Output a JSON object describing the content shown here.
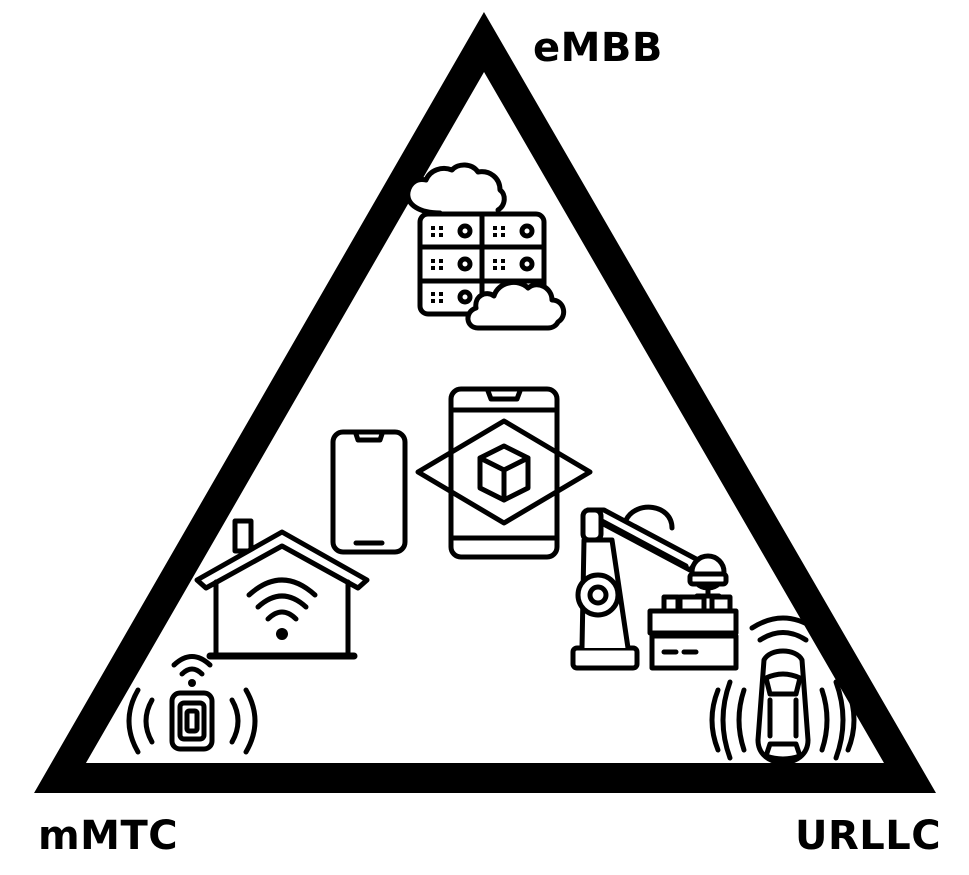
{
  "labels": {
    "top": "eMBB",
    "bottom_left": "mMTC",
    "bottom_right": "URLLC"
  },
  "colors": {
    "stroke": "#000000",
    "background": "#ffffff"
  },
  "icons": [
    "cloud-server-icon",
    "smartphone-icon",
    "ar-smartphone-icon",
    "smart-home-wifi-icon",
    "robot-arm-icon",
    "iot-sensor-icon",
    "autonomous-car-icon"
  ]
}
